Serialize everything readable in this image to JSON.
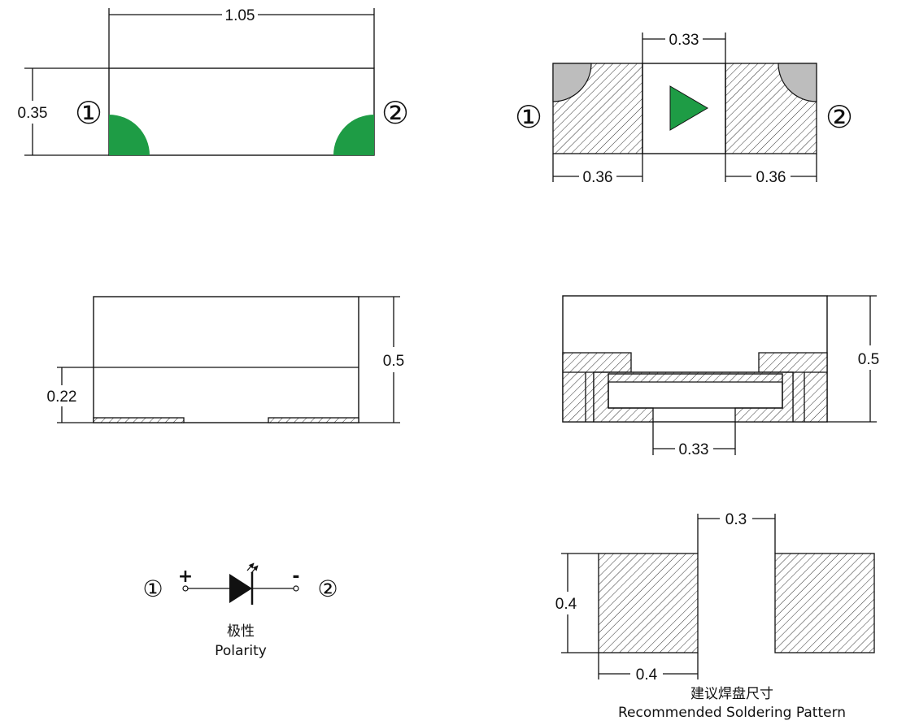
{
  "colors": {
    "polarity_mark": "#1e9c45",
    "corner_notch": "#bdbdbd",
    "line": "#111111"
  },
  "top_view": {
    "length": "1.05",
    "width": "0.35",
    "pin1": "①",
    "pin2": "②"
  },
  "bottom_view": {
    "center_gap": "0.33",
    "pad_left": "0.36",
    "pad_right": "0.36",
    "pin1": "①",
    "pin2": "②"
  },
  "side_view": {
    "height": "0.5",
    "lens_height": "0.22"
  },
  "end_view": {
    "height": "0.5",
    "gap": "0.33"
  },
  "polarity": {
    "pin1": "①",
    "pin2": "②",
    "plus": "+",
    "minus": "-",
    "label_cn": "极性",
    "label_en": "Polarity"
  },
  "soldering_pattern": {
    "gap": "0.3",
    "pad_height": "0.4",
    "pad_width": "0.4",
    "label_cn": "建议焊盘尺寸",
    "label_en": "Recommended Soldering Pattern"
  }
}
